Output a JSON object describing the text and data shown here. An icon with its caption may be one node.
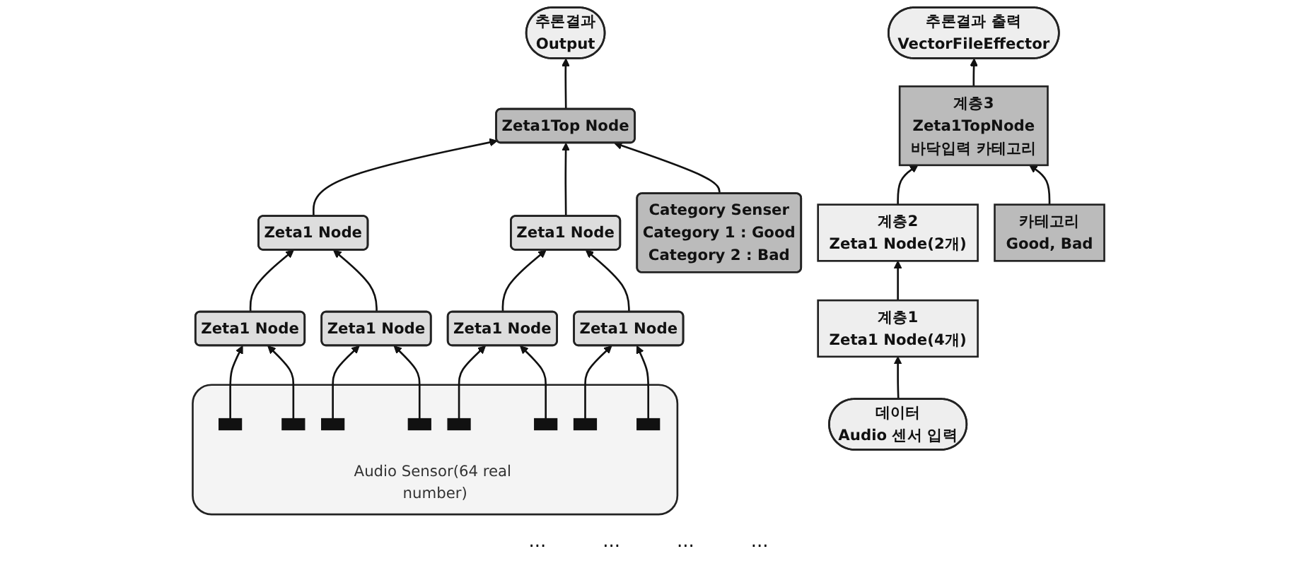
{
  "diagram": {
    "nodes": [
      {
        "text": [
          "추론결과",
          "Output"
        ]
      },
      {
        "text": [
          "Zeta1Top Node"
        ]
      },
      {
        "text": [
          "Zeta1 Node"
        ]
      },
      {
        "text": [
          "Zeta1 Node"
        ]
      },
      {
        "text": [
          "Zeta1 Node"
        ]
      },
      {
        "text": [
          "Zeta1 Node"
        ]
      },
      {
        "text": [
          "Zeta1 Node"
        ]
      },
      {
        "text": [
          "Zeta1 Node"
        ]
      },
      {
        "text": [
          "Category Senser",
          "Category 1 : Good",
          "Category 2 : Bad"
        ]
      },
      {
        "text": [
          "Audio Sensor(64 real number)"
        ]
      },
      {
        "text": [],
        "shape": "box",
        "in": 9
      },
      {
        "text": [],
        "shape": "box",
        "in": 9
      },
      {
        "text": [],
        "shape": "box",
        "in": 9
      },
      {
        "text": [],
        "shape": "box",
        "in": 9
      },
      {
        "text": [],
        "shape": "box",
        "in": 9
      },
      {
        "text": [],
        "shape": "box",
        "in": 9
      },
      {
        "text": [],
        "shape": "box",
        "in": 9
      },
      {
        "text": [],
        "shape": "box",
        "in": 9
      },
      {
        "text": [
          "추론결과 출력",
          "VectorFileEffector"
        ]
      },
      {
        "text": [
          "계층3",
          "Zeta1TopNode",
          "바닥입력 카테고리"
        ]
      },
      {
        "text": [
          "계층2",
          "Zeta1 Node(2개)"
        ]
      },
      {
        "text": [
          "계층1",
          "Zeta1 Node(4개)"
        ]
      },
      {
        "text": [
          "데이터",
          "Audio 센서 입력"
        ]
      },
      {
        "text": [
          "카테고리",
          "Good, Bad"
        ]
      }
    ],
    "edges": [
      {
        "from": 1,
        "to": 0,
        "arrow": "to"
      },
      {
        "from": 2,
        "to": 1,
        "arrow": "to"
      },
      {
        "from": 3,
        "to": 1,
        "arrow": "to"
      },
      {
        "from": 4,
        "to": 2,
        "arrow": "to"
      },
      {
        "from": 5,
        "to": 2,
        "arrow": "to"
      },
      {
        "from": 6,
        "to": 3,
        "arrow": "to"
      },
      {
        "from": 7,
        "to": 3,
        "arrow": "to"
      },
      {
        "from": 8,
        "to": 1,
        "arrow": "to"
      },
      {
        "from": 10,
        "to": 4,
        "arrow": "to"
      },
      {
        "from": 11,
        "to": 4,
        "arrow": "to"
      },
      {
        "from": 12,
        "to": 5,
        "arrow": "to"
      },
      {
        "from": 13,
        "to": 5,
        "arrow": "to"
      },
      {
        "from": 14,
        "to": 6,
        "arrow": "to"
      },
      {
        "from": 15,
        "to": 6,
        "arrow": "to"
      },
      {
        "from": 16,
        "to": 7,
        "arrow": "to"
      },
      {
        "from": 17,
        "to": 7,
        "arrow": "to"
      },
      {
        "from": 19,
        "to": 18,
        "arrow": "to"
      },
      {
        "from": 20,
        "to": 19,
        "arrow": "to"
      },
      {
        "from": 21,
        "to": 20,
        "arrow": "to"
      },
      {
        "from": 22,
        "to": 21,
        "arrow": "to"
      },
      {
        "from": 23,
        "to": 19,
        "arrow": "to"
      }
    ],
    "labels": [
      "...",
      "...",
      "...",
      "..."
    ]
  }
}
